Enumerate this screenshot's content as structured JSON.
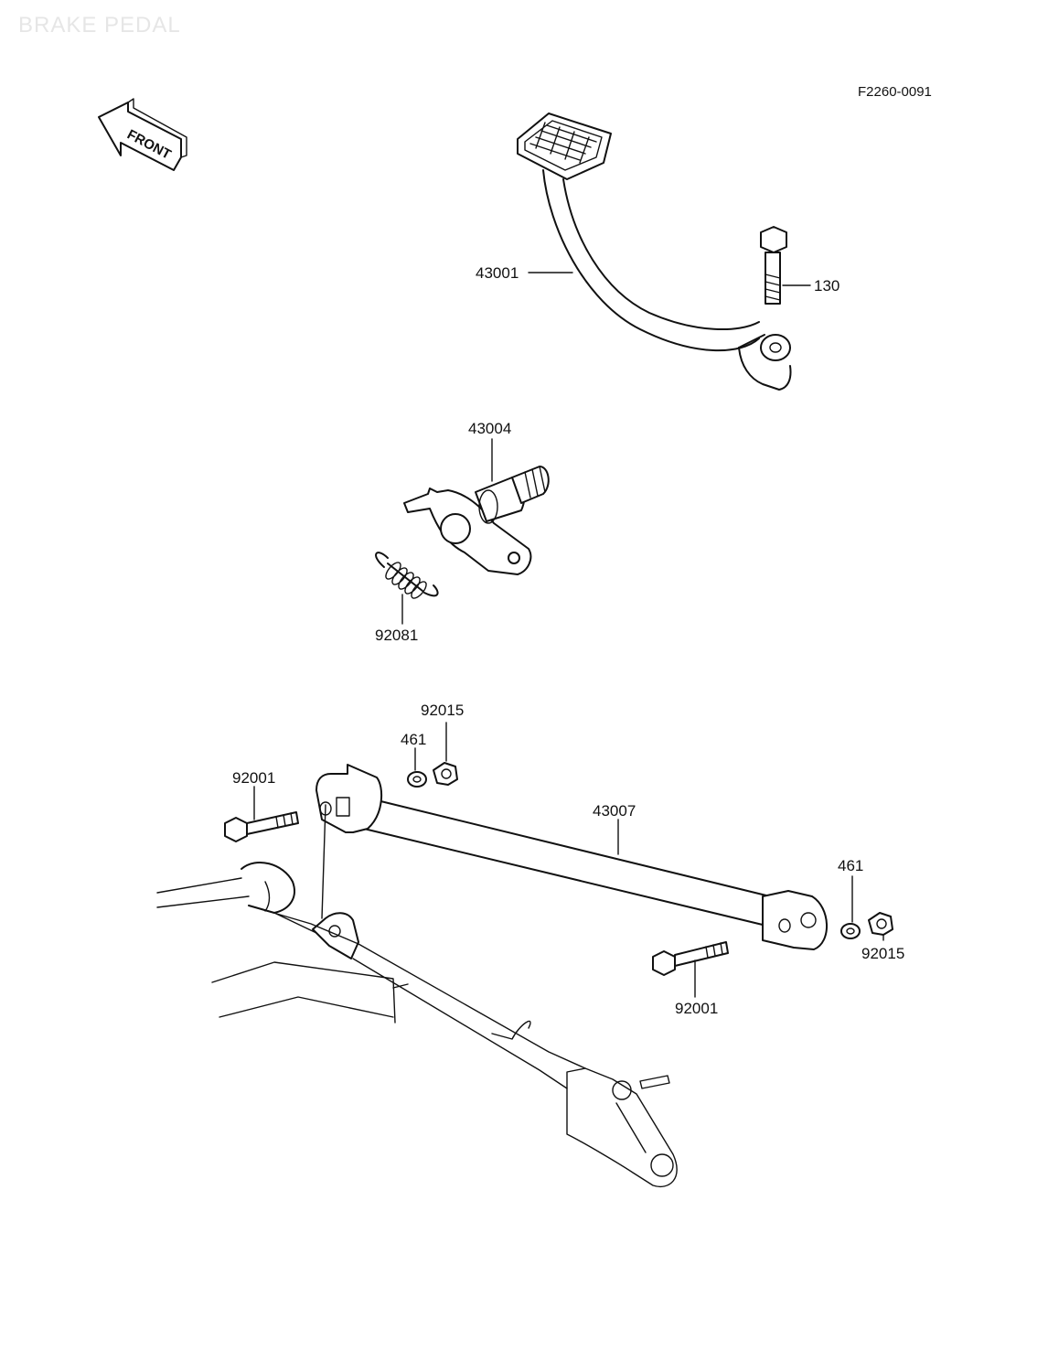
{
  "header": {
    "watermark": "BRAKE PEDAL",
    "diagram_code": "F2260-0091"
  },
  "front_arrow": {
    "label": "FRONT"
  },
  "parts": {
    "p43001": "43001",
    "p130": "130",
    "p43004": "43004",
    "p92081": "92081",
    "p92015_top": "92015",
    "p461_top": "461",
    "p92001_left": "92001",
    "p43007": "43007",
    "p461_right": "461",
    "p92015_right": "92015",
    "p92001_right": "92001"
  }
}
